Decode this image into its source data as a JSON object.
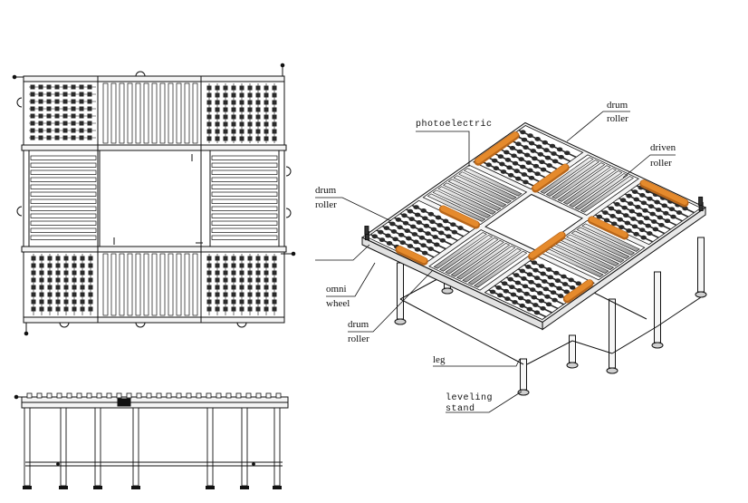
{
  "labels": {
    "photoelectric": "photoelectric",
    "drum_roller_top_1": "drum",
    "drum_roller_top_2": "roller",
    "driven_roller_1": "driven",
    "driven_roller_2": "roller",
    "drum_roller_left_1": "drum",
    "drum_roller_left_2": "roller",
    "omni_wheel_1": "omni",
    "omni_wheel_2": "wheel",
    "drum_roller_bottom_1": "drum",
    "drum_roller_bottom_2": "roller",
    "leg": "leg",
    "leveling_stand_1": "leveling",
    "leveling_stand_2": "stand"
  },
  "colors": {
    "line": "#111111",
    "frame_fill": "#f4f4f4",
    "roller_light": "#d9d9d9",
    "roller_dark": "#2a2a2a",
    "drum_orange": "#e58a2c",
    "drum_orange_dark": "#b8661a"
  }
}
